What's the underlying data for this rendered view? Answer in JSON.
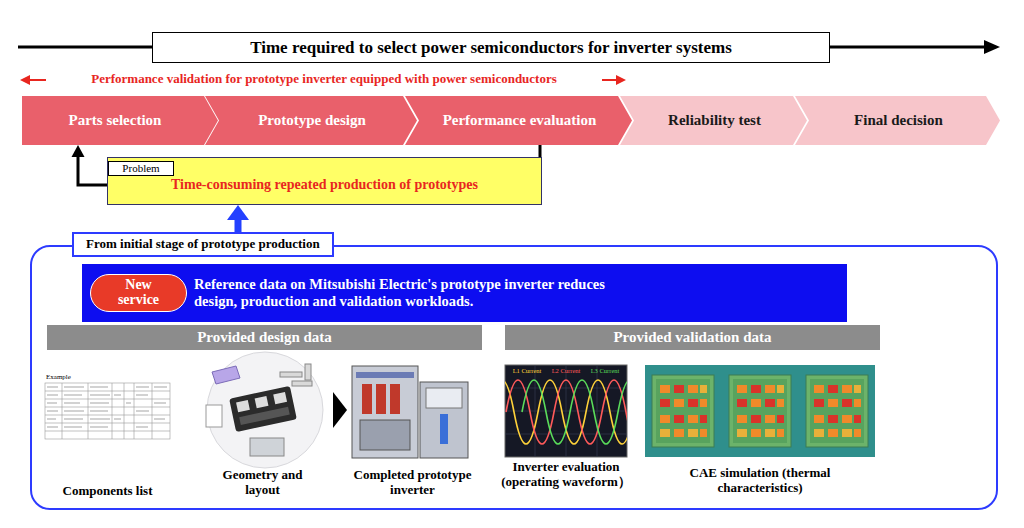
{
  "diagram": {
    "nodes": [
      {
        "text": [
          "Time required to select power semiconductors for inverter systems"
        ]
      },
      {
        "text": [
          "Parts selection"
        ]
      },
      {
        "text": [
          "Prototype design"
        ]
      },
      {
        "text": [
          "Performance evaluation"
        ]
      },
      {
        "text": [
          "Reliability test"
        ]
      },
      {
        "text": [
          "Final decision"
        ]
      },
      {
        "text": [
          "Time-consuming repeated production of prototypes"
        ]
      },
      {
        "text": [
          "Problem"
        ],
        "in": 6
      },
      {
        "text": [
          "From initial stage of prototype production"
        ]
      },
      {
        "text": [
          "Reference data on Mitsubishi Electric's prototype inverter reduces design, production and validation workloads."
        ],
        "in": 8
      },
      {
        "text": [
          "New service"
        ],
        "in": 9
      },
      {
        "text": [
          "Provided design data"
        ],
        "in": 8
      },
      {
        "text": [
          "Provided validation data"
        ],
        "in": 8
      }
    ],
    "edges": [
      {
        "from": 3,
        "to": 6,
        "arrow": "none"
      },
      {
        "from": 6,
        "to": 1,
        "arrow": "to"
      },
      {
        "from": 8,
        "to": 6,
        "arrow": "to"
      }
    ],
    "labels": [
      "Performance validation for prototype inverter equipped with power semiconductors",
      "Example",
      "Components list",
      "Geometry and layout",
      "Completed prototype inverter",
      "L1 Current",
      "L2 Current",
      "L3 Current",
      "Inverter evaluation (operating waveform）",
      "CAE simulation (thermal characteristics)"
    ]
  }
}
